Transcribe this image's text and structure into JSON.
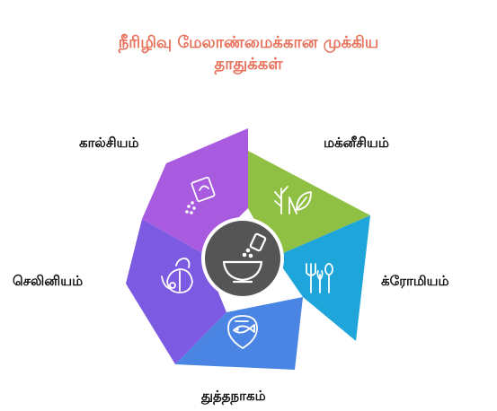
{
  "title_line1": "நீரிழிவு மேலாண்மைக்கான முக்கிய",
  "title_line2": "தாதுக்கள்",
  "colors": {
    "title": "#e8725c",
    "center": "#555555",
    "magnesium": "#8fc043",
    "chromium": "#1ea6db",
    "zinc": "#4b85e3",
    "selenium": "#7d5ae2",
    "calcium": "#a95be0"
  },
  "segments": [
    {
      "id": "magnesium",
      "label": "மக்னீசியம்",
      "icon": "herb-leaf-icon"
    },
    {
      "id": "chromium",
      "label": "க்ரோமியம்",
      "icon": "utensils-icon"
    },
    {
      "id": "zinc",
      "label": "துத்தநாகம்",
      "icon": "fish-icon"
    },
    {
      "id": "selenium",
      "label": "செலினியம்",
      "icon": "garlic-icon"
    },
    {
      "id": "calcium",
      "label": "கால்சியம்",
      "icon": "salt-shaker-icon"
    }
  ],
  "center_icon": "bowl-salt-shaker-icon"
}
